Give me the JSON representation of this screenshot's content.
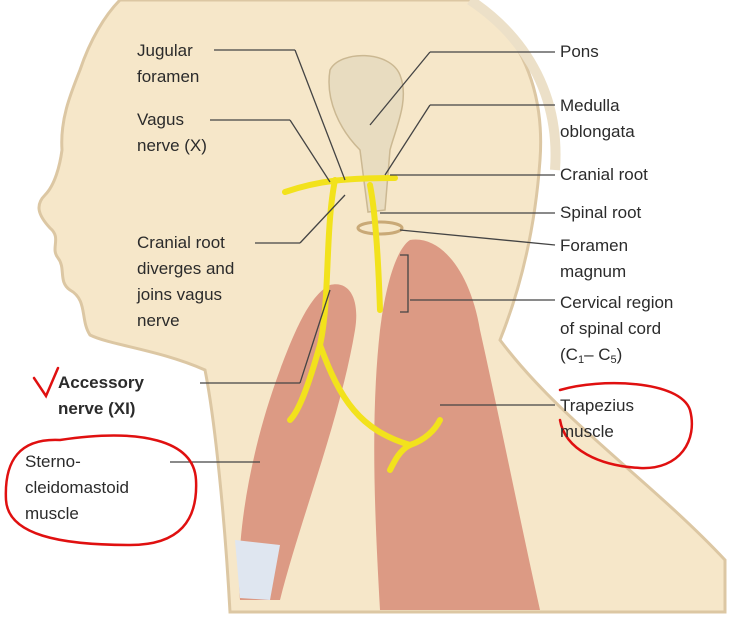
{
  "title": "Accessory nerve (XI) anatomy diagram",
  "left_labels": {
    "jugular_foramen": [
      "Jugular",
      "foramen"
    ],
    "vagus_nerve": [
      "Vagus",
      "nerve (X)"
    ],
    "cranial_root_diverges": [
      "Cranial root",
      "diverges and",
      "joins vagus",
      "nerve"
    ],
    "accessory_nerve": [
      "Accessory",
      "nerve (XI)"
    ],
    "sternocleidomastoid": [
      "Sterno-",
      "cleidomastoid",
      "muscle"
    ]
  },
  "right_labels": {
    "pons": "Pons",
    "medulla": [
      "Medulla",
      "oblongata"
    ],
    "cranial_root": "Cranial root",
    "spinal_root": "Spinal root",
    "foramen_magnum": [
      "Foramen",
      "magnum"
    ],
    "cervical_region": [
      "Cervical region",
      "of spinal cord"
    ],
    "cervical_range": {
      "open": "(C",
      "sub1": "1",
      "dash": "– C",
      "sub2": "5",
      "close": ")"
    },
    "trapezius": [
      "Trapezius",
      "muscle"
    ]
  },
  "colors": {
    "skin": "#f6e7c9",
    "outline": "#d9c4a0",
    "nerve": "#f2e21c",
    "muscle": "#d9917c",
    "annotation": "#e01010"
  }
}
